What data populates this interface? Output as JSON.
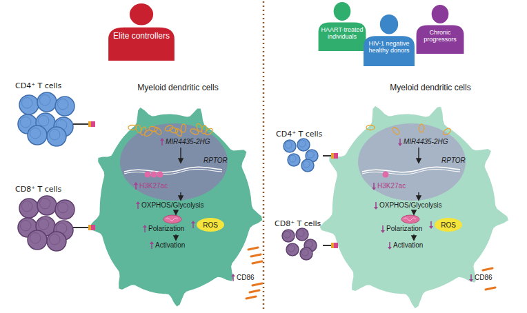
{
  "diagram": {
    "nodes": [
      {
        "text": [
          "Elite controllers"
        ]
      },
      {
        "text": [
          "Myeloid dendritic cells"
        ]
      },
      {
        "text": [
          "ROS"
        ],
        "in": 1
      },
      {
        "text": [
          "CD4⁺ T cells"
        ]
      },
      {
        "text": [
          "CD8⁺ T cells"
        ]
      },
      {
        "text": [
          "HAART-treated individuals"
        ]
      },
      {
        "text": [
          "HIV-1 negative healthy donors"
        ]
      },
      {
        "text": [
          "Chronic progressors"
        ]
      },
      {
        "text": [
          "Myeloid dendritic cells"
        ]
      },
      {
        "text": [
          "ROS"
        ],
        "in": 8
      },
      {
        "text": [
          "CD4⁺ T cells"
        ]
      },
      {
        "text": [
          "CD8⁺ T cells"
        ]
      }
    ],
    "edges": [
      {
        "from": 3,
        "to": 1,
        "arrow": "none"
      },
      {
        "from": 4,
        "to": 1,
        "arrow": "none"
      },
      {
        "from": 10,
        "to": 8,
        "arrow": "none"
      },
      {
        "from": 11,
        "to": 8,
        "arrow": "none"
      }
    ],
    "labels": [
      "MIR4435-2HG",
      "RPTOR",
      "H3K27ac",
      "OXPHOS/Glycolysis",
      "Polarization",
      "Activation",
      "CD86",
      "MIR4435-2HG",
      "RPTOR",
      "H3K27ac",
      "OXPHOS/Glycolysis",
      "Polarization",
      "Activation",
      "CD86"
    ]
  }
}
